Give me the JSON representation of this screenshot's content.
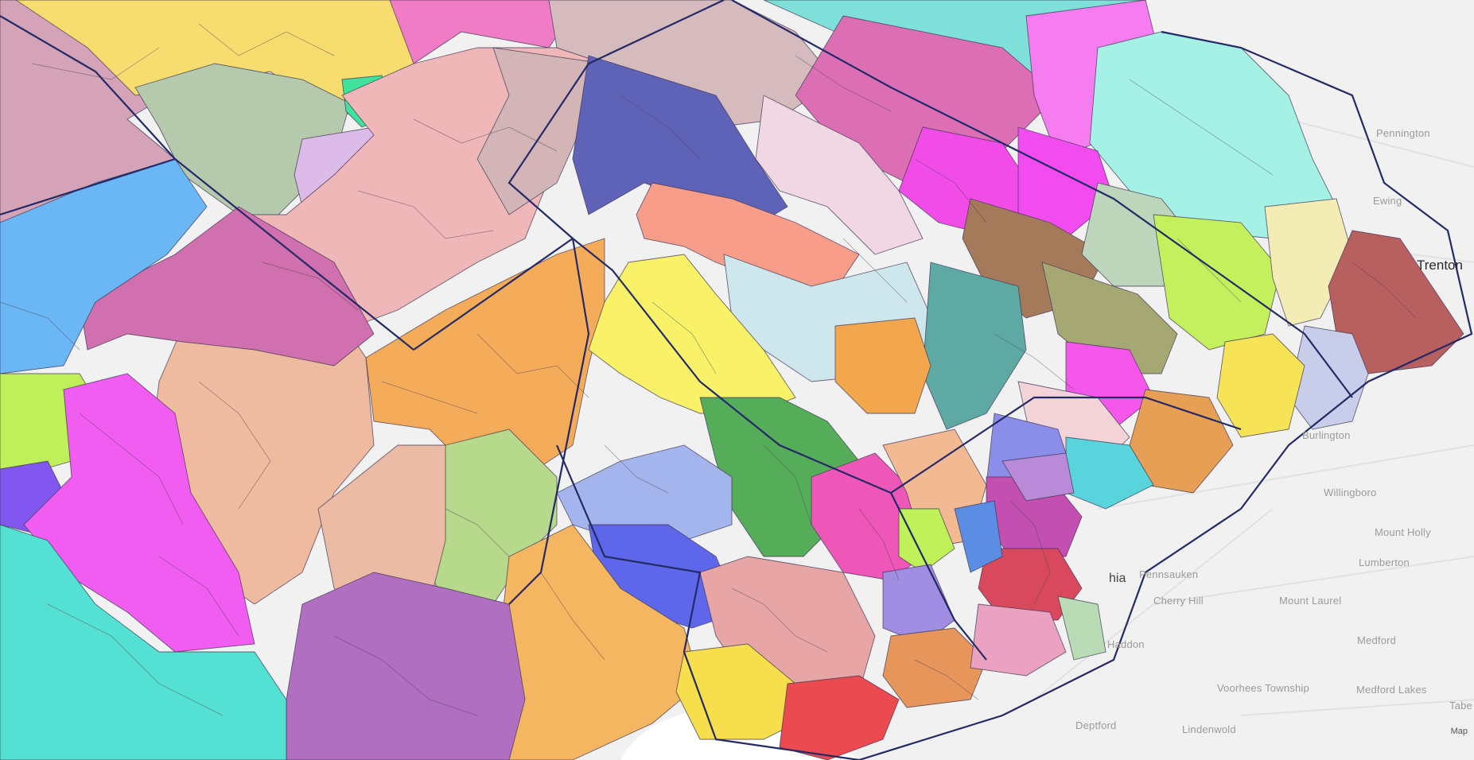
{
  "map": {
    "places": {
      "trenton": "Trenton",
      "ewing": "Ewing",
      "pennington": "Pennington",
      "burlington": "Burlington",
      "willingboro": "Willingboro",
      "mount_holly": "Mount Holly",
      "lumberton": "Lumberton",
      "pennsauken": "Pennsauken",
      "cherry_hill": "Cherry Hill",
      "mount_laurel": "Mount Laurel",
      "haddon": "Haddon",
      "medford": "Medford",
      "medford_lakes": "Medford Lakes",
      "voorhees_township": "Voorhees Township",
      "deptford": "Deptford",
      "lindenwold": "Lindenwold",
      "tabernacle": "Tabe",
      "philadelphia_fragment": "hia"
    },
    "attribution": "Map",
    "colors": {
      "water_land_background": "#f0f0f1",
      "county_border": "#232a66",
      "precinct_border": "#4a3a4e"
    }
  }
}
